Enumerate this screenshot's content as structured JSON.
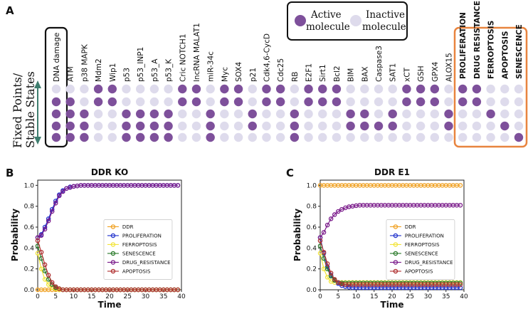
{
  "panels": {
    "a": "A",
    "b": "B",
    "c": "C"
  },
  "grid": {
    "y_label_line1": "Fixed Points/",
    "y_label_line2": "Stable States",
    "legend": {
      "active_line1": "Active",
      "active_line2": "molecule",
      "inactive_line1": "Inactive",
      "inactive_line2": "molecule"
    },
    "colors": {
      "active": "#7e509b",
      "inactive": "#dedbec",
      "input_box": "#111111",
      "output_box": "#e8843f",
      "arrow": "#3e7d6e"
    },
    "columns": [
      "DNA damage",
      "ATM",
      "p38 MAPK",
      "Mdm2",
      "Wip1",
      "p53",
      "p53_INP1",
      "p53_A",
      "p53_K",
      "Cric NOTCH1",
      "lncRNA MALAT1",
      "miR-34c",
      "Myc",
      "SOX4",
      "p21",
      "Cdk4,6-CycD",
      "Cdc25",
      "RB",
      "E2F1",
      "Sirt1",
      "Bcl2",
      "BIM",
      "BAX",
      "Caspase3",
      "SAT1",
      "xCT",
      "GSH",
      "GPX4",
      "ALOX15",
      "PROLIFERATION",
      "DRUG RESISTANCE",
      "FERROPTOSIS",
      "APOPTOSIS",
      "SENESCENCE"
    ],
    "states": [
      [
        0,
        0,
        0,
        1,
        1,
        0,
        0,
        0,
        0,
        1,
        1,
        0,
        1,
        1,
        0,
        1,
        1,
        0,
        1,
        1,
        1,
        0,
        0,
        0,
        0,
        1,
        1,
        1,
        0,
        1,
        1,
        0,
        0,
        0
      ],
      [
        1,
        1,
        0,
        1,
        1,
        0,
        0,
        0,
        0,
        1,
        1,
        0,
        1,
        1,
        0,
        1,
        1,
        0,
        1,
        1,
        1,
        0,
        0,
        0,
        0,
        1,
        1,
        1,
        0,
        1,
        1,
        0,
        0,
        0
      ],
      [
        1,
        1,
        1,
        0,
        0,
        1,
        1,
        1,
        1,
        0,
        0,
        1,
        0,
        0,
        1,
        0,
        0,
        1,
        0,
        0,
        0,
        1,
        1,
        0,
        1,
        0,
        0,
        0,
        1,
        0,
        0,
        1,
        0,
        0
      ],
      [
        1,
        1,
        1,
        0,
        0,
        1,
        1,
        1,
        1,
        0,
        0,
        1,
        0,
        0,
        1,
        0,
        0,
        1,
        0,
        0,
        0,
        1,
        1,
        1,
        1,
        0,
        0,
        0,
        1,
        0,
        0,
        0,
        1,
        0
      ],
      [
        1,
        1,
        1,
        0,
        0,
        1,
        1,
        1,
        1,
        0,
        0,
        1,
        0,
        0,
        0,
        0,
        0,
        1,
        0,
        0,
        0,
        0,
        0,
        0,
        0,
        0,
        0,
        0,
        0,
        0,
        0,
        0,
        0,
        1
      ]
    ]
  },
  "chart_data": [
    {
      "type": "line",
      "title": "DDR KO",
      "xlabel": "Time",
      "ylabel": "Probability",
      "xlim": [
        0,
        40
      ],
      "ylim": [
        0,
        1.05
      ],
      "xticks": [
        "0",
        "5",
        "10",
        "15",
        "20",
        "25",
        "30",
        "35",
        "40"
      ],
      "yticks": [
        "0.0",
        "0.2",
        "0.4",
        "0.6",
        "0.8",
        "1.0"
      ],
      "x": [
        0,
        1,
        2,
        3,
        4,
        5,
        6,
        7,
        8,
        9,
        10,
        11,
        12,
        13,
        14,
        15,
        16,
        17,
        18,
        19,
        20,
        21,
        22,
        23,
        24,
        25,
        26,
        27,
        28,
        29,
        30,
        31,
        32,
        33,
        34,
        35,
        36,
        37,
        38,
        39
      ],
      "legend_position": "center-right",
      "series": [
        {
          "name": "DDR",
          "color": "#f0a020",
          "values": [
            0,
            0,
            0,
            0,
            0,
            0,
            0,
            0,
            0,
            0,
            0,
            0,
            0,
            0,
            0,
            0,
            0,
            0,
            0,
            0,
            0,
            0,
            0,
            0,
            0,
            0,
            0,
            0,
            0,
            0,
            0,
            0,
            0,
            0,
            0,
            0,
            0,
            0,
            0,
            0
          ]
        },
        {
          "name": "PROLIFERATION",
          "color": "#2233cc",
          "values": [
            0.5,
            0.53,
            0.6,
            0.68,
            0.77,
            0.85,
            0.91,
            0.95,
            0.97,
            0.985,
            0.99,
            0.995,
            1,
            1,
            1,
            1,
            1,
            1,
            1,
            1,
            1,
            1,
            1,
            1,
            1,
            1,
            1,
            1,
            1,
            1,
            1,
            1,
            1,
            1,
            1,
            1,
            1,
            1,
            1,
            1
          ]
        },
        {
          "name": "FERROPTOSIS",
          "color": "#f2e43a",
          "values": [
            0.35,
            0.2,
            0.1,
            0.05,
            0.02,
            0.01,
            0,
            0,
            0,
            0,
            0,
            0,
            0,
            0,
            0,
            0,
            0,
            0,
            0,
            0,
            0,
            0,
            0,
            0,
            0,
            0,
            0,
            0,
            0,
            0,
            0,
            0,
            0,
            0,
            0,
            0,
            0,
            0,
            0,
            0
          ]
        },
        {
          "name": "SENESCENCE",
          "color": "#2a7a2a",
          "values": [
            0.42,
            0.3,
            0.18,
            0.1,
            0.05,
            0.02,
            0.01,
            0,
            0,
            0,
            0,
            0,
            0,
            0,
            0,
            0,
            0,
            0,
            0,
            0,
            0,
            0,
            0,
            0,
            0,
            0,
            0,
            0,
            0,
            0,
            0,
            0,
            0,
            0,
            0,
            0,
            0,
            0,
            0,
            0
          ]
        },
        {
          "name": "DRUG_RESISTANCE",
          "color": "#7a1a8a",
          "values": [
            0.5,
            0.52,
            0.58,
            0.66,
            0.75,
            0.83,
            0.9,
            0.94,
            0.97,
            0.98,
            0.99,
            0.995,
            1,
            1,
            1,
            1,
            1,
            1,
            1,
            1,
            1,
            1,
            1,
            1,
            1,
            1,
            1,
            1,
            1,
            1,
            1,
            1,
            1,
            1,
            1,
            1,
            1,
            1,
            1,
            1
          ]
        },
        {
          "name": "APOPTOSIS",
          "color": "#b03030",
          "values": [
            0.47,
            0.36,
            0.24,
            0.14,
            0.07,
            0.03,
            0.01,
            0,
            0,
            0,
            0,
            0,
            0,
            0,
            0,
            0,
            0,
            0,
            0,
            0,
            0,
            0,
            0,
            0,
            0,
            0,
            0,
            0,
            0,
            0,
            0,
            0,
            0,
            0,
            0,
            0,
            0,
            0,
            0,
            0
          ]
        }
      ]
    },
    {
      "type": "line",
      "title": "DDR E1",
      "xlabel": "Time",
      "ylabel": "Probability",
      "xlim": [
        0,
        40
      ],
      "ylim": [
        0,
        1.05
      ],
      "xticks": [
        "0",
        "5",
        "10",
        "15",
        "20",
        "25",
        "30",
        "35",
        "40"
      ],
      "yticks": [
        "0.0",
        "0.2",
        "0.4",
        "0.6",
        "0.8",
        "1.0"
      ],
      "x": [
        0,
        1,
        2,
        3,
        4,
        5,
        6,
        7,
        8,
        9,
        10,
        11,
        12,
        13,
        14,
        15,
        16,
        17,
        18,
        19,
        20,
        21,
        22,
        23,
        24,
        25,
        26,
        27,
        28,
        29,
        30,
        31,
        32,
        33,
        34,
        35,
        36,
        37,
        38,
        39
      ],
      "legend_position": "center-right",
      "series": [
        {
          "name": "DDR",
          "color": "#f0a020",
          "values": [
            1,
            1,
            1,
            1,
            1,
            1,
            1,
            1,
            1,
            1,
            1,
            1,
            1,
            1,
            1,
            1,
            1,
            1,
            1,
            1,
            1,
            1,
            1,
            1,
            1,
            1,
            1,
            1,
            1,
            1,
            1,
            1,
            1,
            1,
            1,
            1,
            1,
            1,
            1,
            1
          ]
        },
        {
          "name": "PROLIFERATION",
          "color": "#2233cc",
          "values": [
            0.5,
            0.35,
            0.22,
            0.14,
            0.09,
            0.06,
            0.04,
            0.03,
            0.025,
            0.02,
            0.02,
            0.02,
            0.02,
            0.02,
            0.02,
            0.02,
            0.02,
            0.02,
            0.02,
            0.02,
            0.02,
            0.02,
            0.02,
            0.02,
            0.02,
            0.02,
            0.02,
            0.02,
            0.02,
            0.02,
            0.02,
            0.02,
            0.02,
            0.02,
            0.02,
            0.02,
            0.02,
            0.02,
            0.02,
            0.02
          ]
        },
        {
          "name": "FERROPTOSIS",
          "color": "#f2e43a",
          "values": [
            0.35,
            0.2,
            0.12,
            0.08,
            0.07,
            0.07,
            0.07,
            0.07,
            0.07,
            0.07,
            0.07,
            0.07,
            0.07,
            0.07,
            0.07,
            0.07,
            0.07,
            0.07,
            0.07,
            0.07,
            0.07,
            0.07,
            0.07,
            0.07,
            0.07,
            0.07,
            0.07,
            0.07,
            0.07,
            0.07,
            0.07,
            0.07,
            0.07,
            0.07,
            0.07,
            0.07,
            0.07,
            0.07,
            0.07,
            0.07
          ]
        },
        {
          "name": "SENESCENCE",
          "color": "#2a7a2a",
          "values": [
            0.42,
            0.3,
            0.2,
            0.13,
            0.09,
            0.07,
            0.065,
            0.065,
            0.065,
            0.065,
            0.065,
            0.065,
            0.065,
            0.065,
            0.065,
            0.065,
            0.065,
            0.065,
            0.065,
            0.065,
            0.065,
            0.065,
            0.065,
            0.065,
            0.065,
            0.065,
            0.065,
            0.065,
            0.065,
            0.065,
            0.065,
            0.065,
            0.065,
            0.065,
            0.065,
            0.065,
            0.065,
            0.065,
            0.065,
            0.065
          ]
        },
        {
          "name": "DRUG_RESISTANCE",
          "color": "#7a1a8a",
          "values": [
            0.5,
            0.55,
            0.62,
            0.68,
            0.72,
            0.75,
            0.77,
            0.785,
            0.795,
            0.8,
            0.805,
            0.81,
            0.81,
            0.81,
            0.81,
            0.81,
            0.81,
            0.81,
            0.81,
            0.81,
            0.81,
            0.81,
            0.81,
            0.81,
            0.81,
            0.81,
            0.81,
            0.81,
            0.81,
            0.81,
            0.81,
            0.81,
            0.81,
            0.81,
            0.81,
            0.81,
            0.81,
            0.81,
            0.81,
            0.81
          ]
        },
        {
          "name": "APOPTOSIS",
          "color": "#b03030",
          "values": [
            0.47,
            0.36,
            0.25,
            0.16,
            0.1,
            0.07,
            0.055,
            0.05,
            0.05,
            0.05,
            0.05,
            0.05,
            0.05,
            0.05,
            0.05,
            0.05,
            0.05,
            0.05,
            0.05,
            0.05,
            0.05,
            0.05,
            0.05,
            0.05,
            0.05,
            0.05,
            0.05,
            0.05,
            0.05,
            0.05,
            0.05,
            0.05,
            0.05,
            0.05,
            0.05,
            0.05,
            0.05,
            0.05,
            0.05,
            0.05
          ]
        }
      ]
    }
  ]
}
